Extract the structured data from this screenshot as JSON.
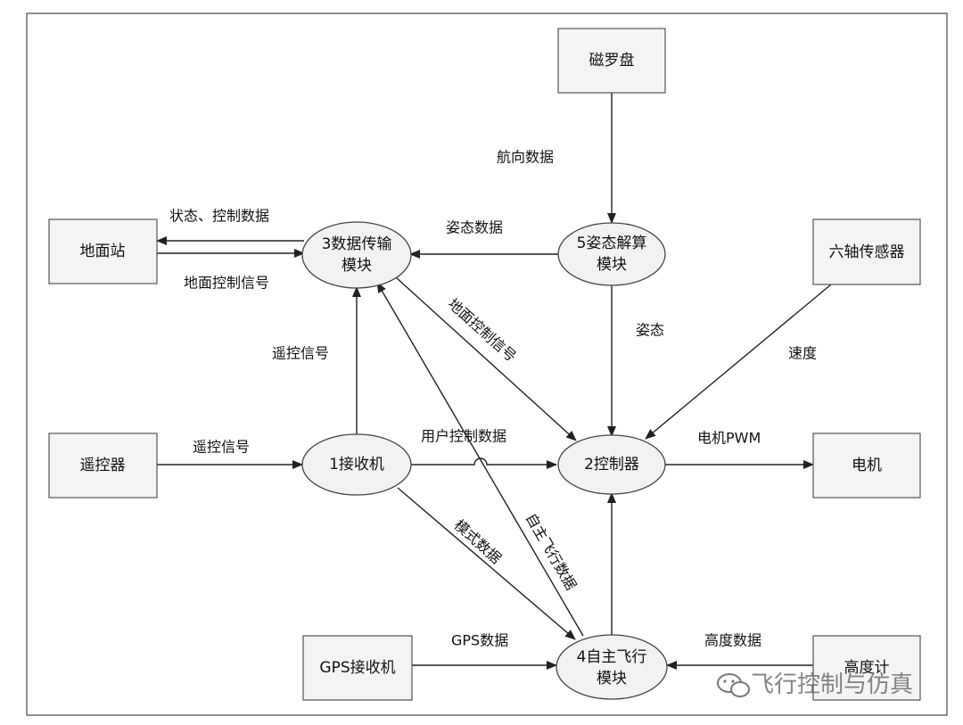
{
  "nodes": {
    "compass": "磁罗盘",
    "six_axis": "六轴传感器",
    "ground_station": "地面站",
    "remote": "遥控器",
    "motor": "电机",
    "gps_receiver": "GPS接收机",
    "altimeter": "高度计",
    "data_transfer": [
      "3数据传输",
      "模块"
    ],
    "attitude_solver": [
      "5姿态解算",
      "模块"
    ],
    "receiver": "1接收机",
    "controller": "2控制器",
    "autonomous": [
      "4自主飞行",
      "模块"
    ]
  },
  "edges": {
    "heading_data": "航向数据",
    "attitude_data": "姿态数据",
    "status_control_data": "状态、控制数据",
    "ground_control_signal": "地面控制信号",
    "ground_control_signal_diag": "地面控制信号",
    "attitude": "姿态",
    "speed": "速度",
    "remote_signal_up": "遥控信号",
    "remote_signal": "遥控信号",
    "user_control_data": "用户控制数据",
    "motor_pwm": "电机PWM",
    "mode_data": "模式数据",
    "autonomous_flight_data": "自主飞行数据",
    "gps_data": "GPS数据",
    "altitude_data": "高度数据"
  },
  "watermark": {
    "text": "飞行控制与仿真",
    "icon": "wechat-icon"
  }
}
